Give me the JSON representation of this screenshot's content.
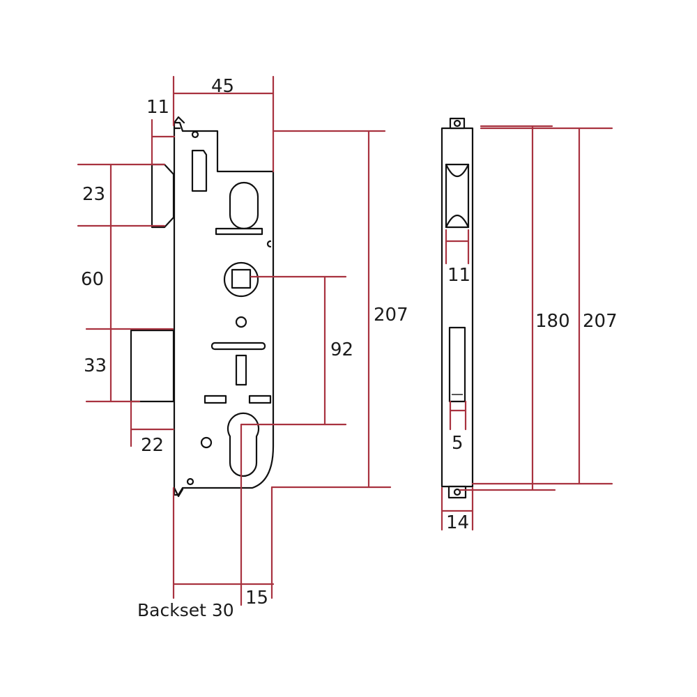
{
  "colors": {
    "dimension": "#a8323f",
    "outline": "#111111",
    "background": "#ffffff"
  },
  "front_view": {
    "faceplate_width": "45",
    "top_offset": "11",
    "latch_height": "23",
    "latch_to_bolt": "60",
    "bolt_height": "33",
    "bolt_throw": "22",
    "follower_to_cylinder": "92",
    "total_height": "207",
    "cylinder_offset": "15",
    "backset_label": "Backset 30"
  },
  "side_view": {
    "latch_slot_width": "11",
    "bolt_slot_width": "5",
    "plate_thickness": "14",
    "screw_hole_spacing": "180",
    "total_height": "207"
  }
}
